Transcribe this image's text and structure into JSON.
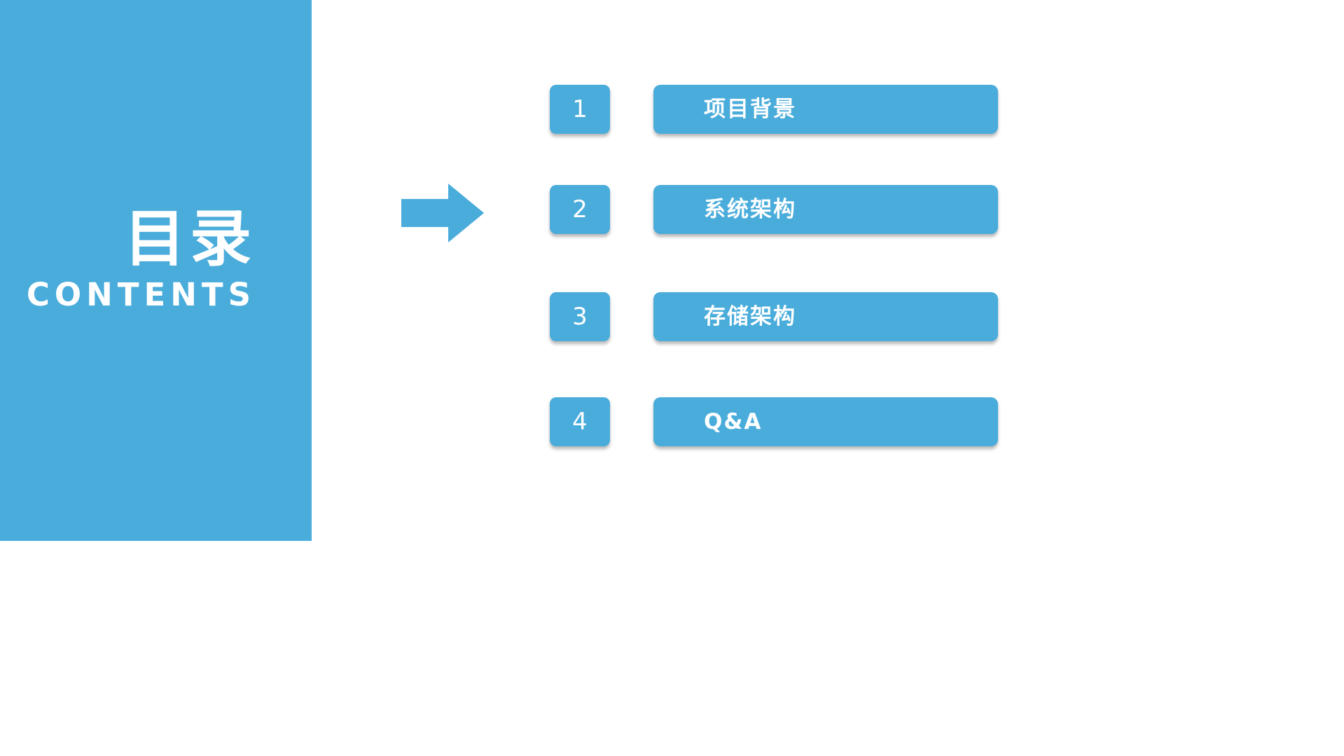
{
  "accent_color": "#49ACDB",
  "sidebar": {
    "title_cn": "目录",
    "title_en": "CONTENTS"
  },
  "toc": {
    "items": [
      {
        "number": "1",
        "label": "项目背景"
      },
      {
        "number": "2",
        "label": "系统架构"
      },
      {
        "number": "3",
        "label": "存储架构"
      },
      {
        "number": "4",
        "label": "Q&A"
      }
    ]
  }
}
